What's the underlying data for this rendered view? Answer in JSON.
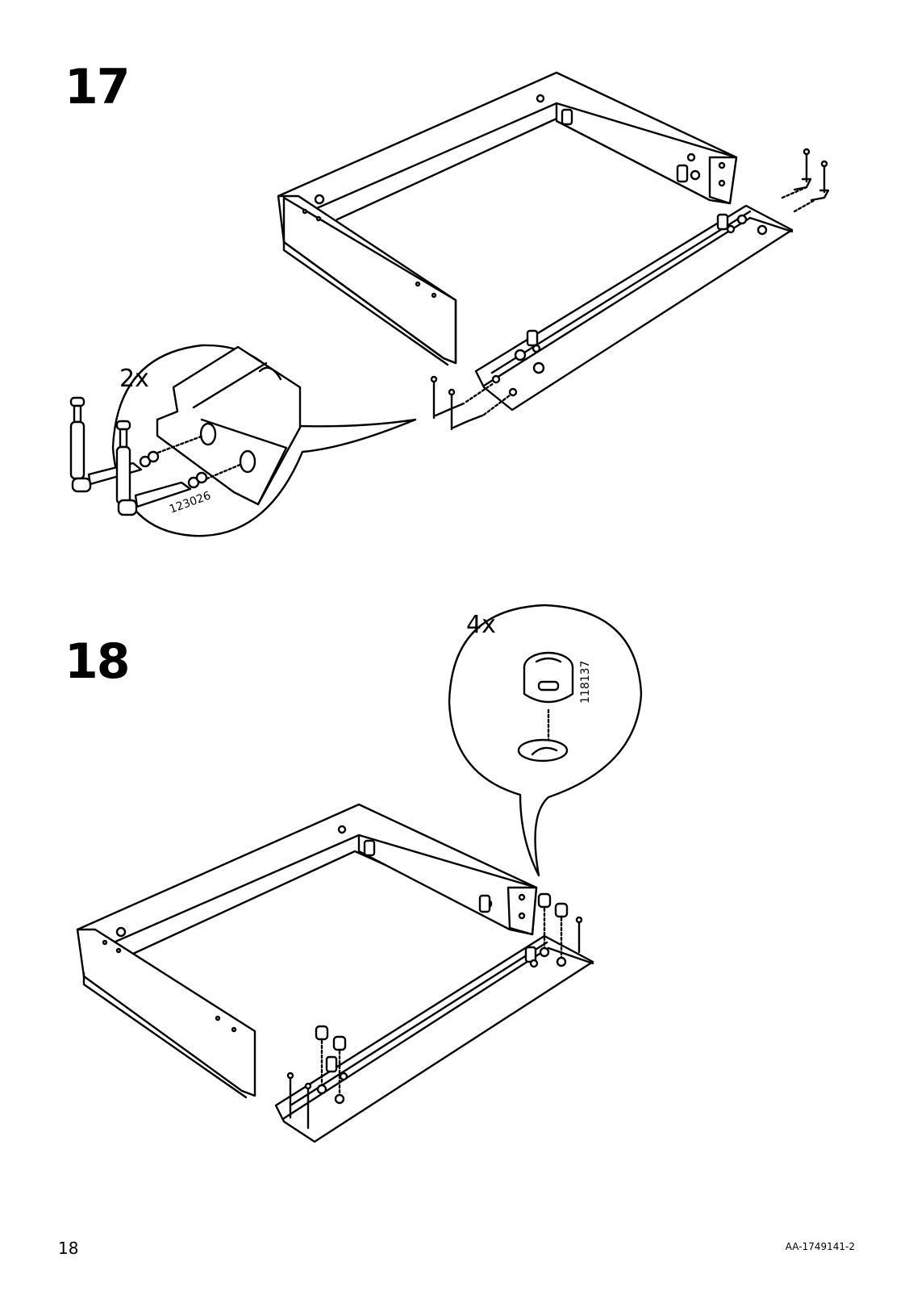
{
  "page": {
    "number": "18",
    "doc_code": "AA-1749141-2"
  },
  "steps": [
    {
      "number": "17",
      "detail": {
        "quantity": "2x",
        "part_number": "123026"
      }
    },
    {
      "number": "18",
      "detail": {
        "quantity": "4x",
        "part_number": "118137"
      }
    }
  ],
  "icons": {
    "frame": "frame-assembly-icon",
    "board": "rail-board-icon",
    "fitting": "cam-lock-fitting-icon",
    "bolt": "connector-bolt-icon",
    "cam": "cam-lock-nut-icon"
  }
}
